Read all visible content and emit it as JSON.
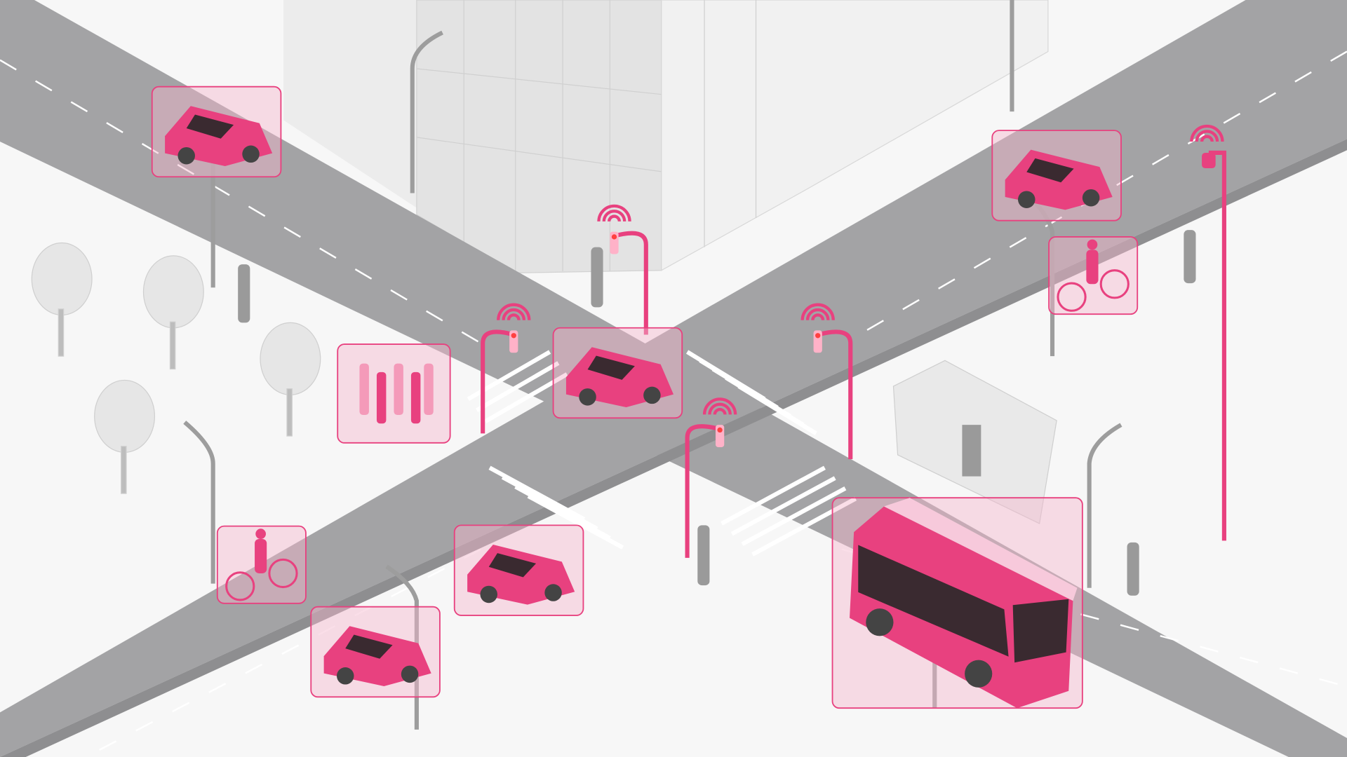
{
  "scene": {
    "type": "isometric smart-city intersection illustration",
    "colors": {
      "accent": "#e8417f",
      "accent_light": "#f7c9db",
      "box_fill": "#f3b6cd",
      "road": "#a3a3a5",
      "road_dark": "#8e8e90",
      "sidewalk": "#f4f4f4",
      "building": "#ececec",
      "lane_mark": "#ffffff"
    }
  },
  "detections": [
    {
      "kind": "car"
    },
    {
      "kind": "car"
    },
    {
      "kind": "cyclist"
    },
    {
      "kind": "pedestrian-group"
    },
    {
      "kind": "car"
    },
    {
      "kind": "cyclist"
    },
    {
      "kind": "car"
    },
    {
      "kind": "car"
    },
    {
      "kind": "bus"
    }
  ],
  "traffic_lights": [
    {
      "icon": "wifi-icon",
      "state": "red"
    },
    {
      "icon": "wifi-icon",
      "state": "red"
    },
    {
      "icon": "wifi-icon",
      "state": "red"
    },
    {
      "icon": "wifi-icon",
      "state": "red"
    }
  ],
  "camera_pole": {
    "icon": "wifi-icon"
  }
}
